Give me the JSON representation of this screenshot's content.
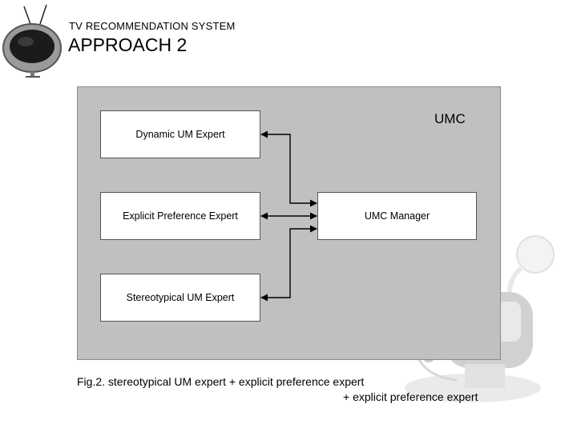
{
  "header": {
    "subtitle": "TV RECOMMENDATION SYSTEM",
    "title": "APPROACH 2"
  },
  "diagram": {
    "container_label": "UMC",
    "nodes": {
      "dynamic": "Dynamic UM Expert",
      "explicit": "Explicit Preference Expert",
      "stereotypical": "Stereotypical UM Expert",
      "manager": "UMC Manager"
    },
    "edges": [
      {
        "from": "dynamic",
        "to": "manager",
        "bidirectional": true
      },
      {
        "from": "explicit",
        "to": "manager",
        "bidirectional": true
      },
      {
        "from": "stereotypical",
        "to": "manager",
        "bidirectional": true
      }
    ],
    "colors": {
      "panel": "#c0c0c0",
      "box": "#ffffff",
      "line": "#000000"
    }
  },
  "caption": {
    "line1": "Fig.2. stereotypical UM expert + explicit preference expert",
    "line2": "+ explicit preference expert"
  }
}
